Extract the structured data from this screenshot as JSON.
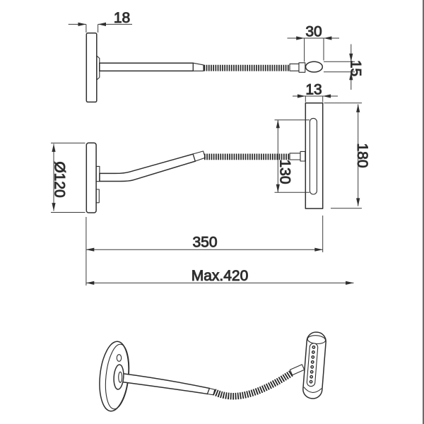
{
  "drawing": {
    "dims": {
      "base_plate_thickness": "18",
      "head_length": "30",
      "head_thickness": "15",
      "head_depth": "13",
      "led_window_length": "130",
      "head_height": "180",
      "base_plate_diameter": "Ø120",
      "arm_projection": "350",
      "max_projection": "Max.420"
    }
  }
}
